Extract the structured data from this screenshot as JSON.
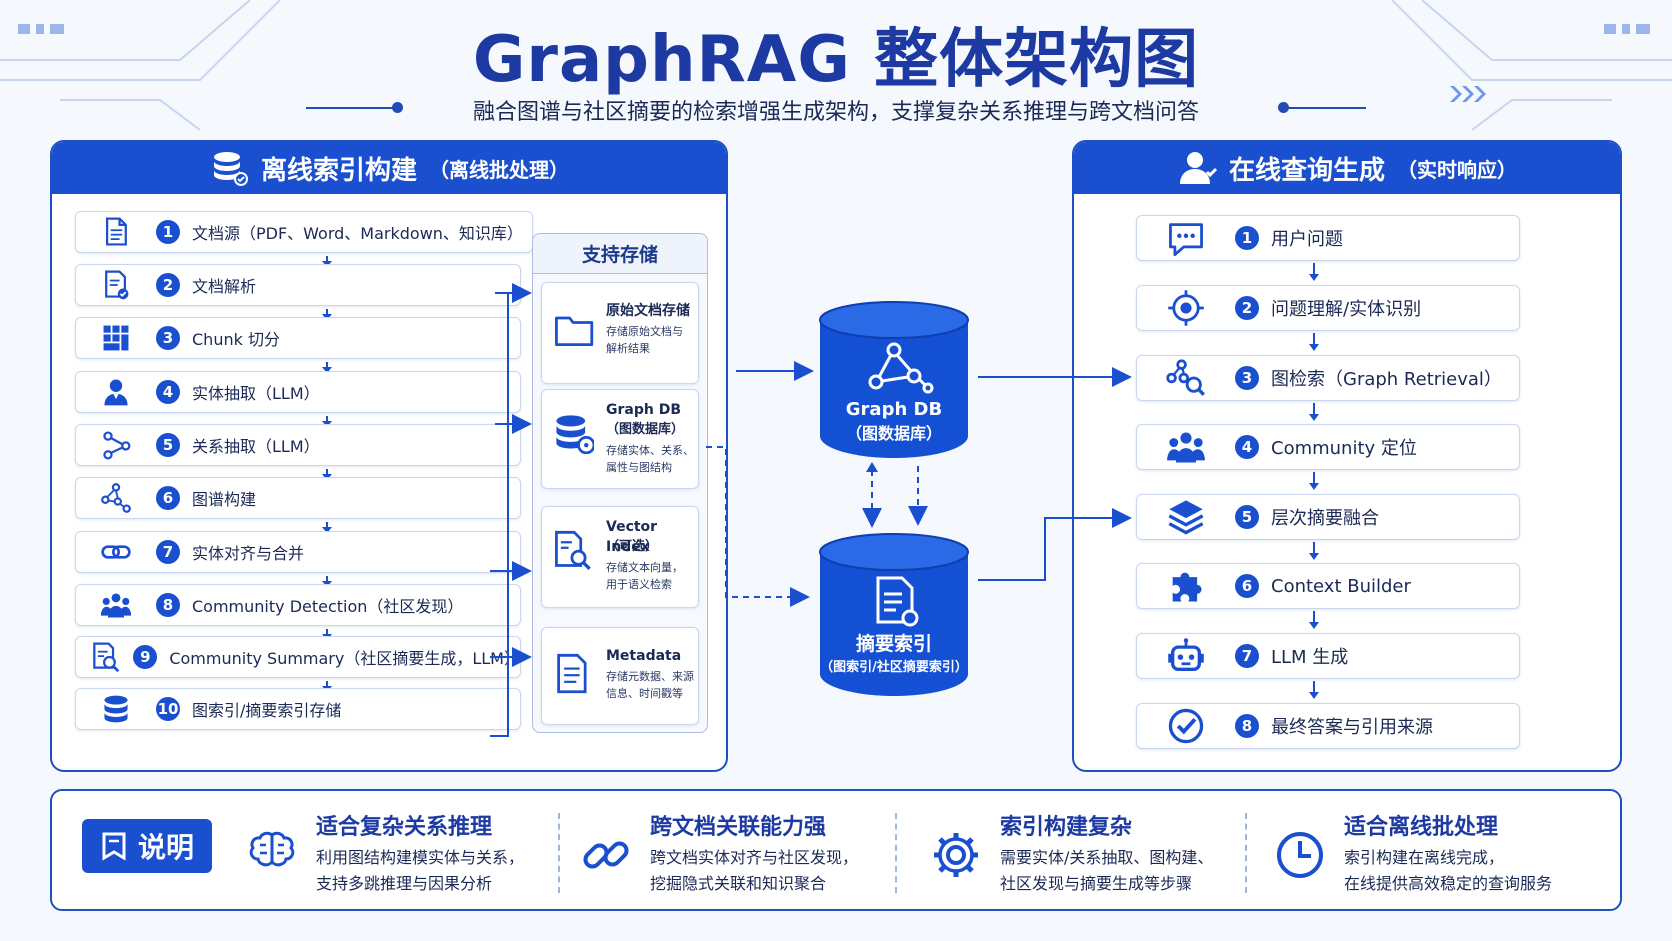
{
  "title": "GraphRAG 整体架构图",
  "subtitle": "融合图谱与社区摘要的检索增强生成架构，支撑复杂关系推理与跨文档问答",
  "offline": {
    "heading": "离线索引构建",
    "heading_note": "（离线批处理）",
    "steps": [
      {
        "num": "1",
        "label": "文档源（PDF、Word、Markdown、知识库）",
        "icon": "document-icon"
      },
      {
        "num": "2",
        "label": "文档解析",
        "icon": "document-parse-icon"
      },
      {
        "num": "3",
        "label": "Chunk 切分",
        "icon": "grid-chunk-icon"
      },
      {
        "num": "4",
        "label": "实体抽取（LLM）",
        "icon": "person-icon"
      },
      {
        "num": "5",
        "label": "关系抽取（LLM）",
        "icon": "relation-icon"
      },
      {
        "num": "6",
        "label": "图谱构建",
        "icon": "graph-build-icon"
      },
      {
        "num": "7",
        "label": "实体对齐与合并",
        "icon": "link-icon"
      },
      {
        "num": "8",
        "label": "Community Detection（社区发现）",
        "icon": "community-icon"
      },
      {
        "num": "9",
        "label": "Community Summary（社区摘要生成，LLM）",
        "icon": "summary-search-icon"
      },
      {
        "num": "10",
        "label": "图索引/摘要索引存储",
        "icon": "database-icon"
      }
    ]
  },
  "storage": {
    "title": "支持存储",
    "items": [
      {
        "title_lines": [
          "原始文档存储"
        ],
        "desc_lines": [
          "存储原始文档与",
          "解析结果"
        ],
        "icon": "folder-icon"
      },
      {
        "title_lines": [
          "Graph DB",
          "（图数据库）"
        ],
        "desc_lines": [
          "存储实体、关系、",
          "属性与图结构"
        ],
        "icon": "graph-db-icon"
      },
      {
        "title_lines": [
          "Vector Index",
          "（可选）"
        ],
        "desc_lines": [
          "存储文本向量，",
          "用于语义检索"
        ],
        "icon": "vector-search-icon"
      },
      {
        "title_lines": [
          "Metadata"
        ],
        "desc_lines": [
          "存储元数据、来源",
          "信息、时间戳等"
        ],
        "icon": "metadata-icon"
      }
    ]
  },
  "graph_db": {
    "line1": "Graph DB",
    "line2": "（图数据库）"
  },
  "summary_index": {
    "line1": "摘要索引",
    "line2": "（图索引/社区摘要索引）"
  },
  "online": {
    "heading": "在线查询生成",
    "heading_note": "（实时响应）",
    "steps": [
      {
        "num": "1",
        "label": "用户问题",
        "icon": "chat-icon"
      },
      {
        "num": "2",
        "label": "问题理解/实体识别",
        "icon": "target-icon"
      },
      {
        "num": "3",
        "label": "图检索（Graph Retrieval）",
        "icon": "graph-search-icon"
      },
      {
        "num": "4",
        "label": "Community 定位",
        "icon": "community-icon"
      },
      {
        "num": "5",
        "label": "层次摘要融合",
        "icon": "layers-icon"
      },
      {
        "num": "6",
        "label": "Context Builder",
        "icon": "puzzle-icon"
      },
      {
        "num": "7",
        "label": "LLM 生成",
        "icon": "robot-icon"
      },
      {
        "num": "8",
        "label": "最终答案与引用来源",
        "icon": "check-circle-icon"
      }
    ]
  },
  "notes": {
    "badge": "说明",
    "items": [
      {
        "title": "适合复杂关系推理",
        "desc1": "利用图结构建模实体与关系，",
        "desc2": "支持多跳推理与因果分析",
        "icon": "brain-icon"
      },
      {
        "title": "跨文档关联能力强",
        "desc1": "跨文档实体对齐与社区发现，",
        "desc2": "挖掘隐式关联和知识聚合",
        "icon": "chain-link-icon"
      },
      {
        "title": "索引构建复杂",
        "desc1": "需要实体/关系抽取、图构建、",
        "desc2": "社区发现与摘要生成等步骤",
        "icon": "gear-icon"
      },
      {
        "title": "适合离线批处理",
        "desc1": "索引构建在离线完成，",
        "desc2": "在线提供高效稳定的查询服务",
        "icon": "clock-icon"
      }
    ]
  },
  "colors": {
    "primary": "#1a4fd0",
    "dark": "#1d3aa3",
    "border": "#1f4fc4"
  }
}
